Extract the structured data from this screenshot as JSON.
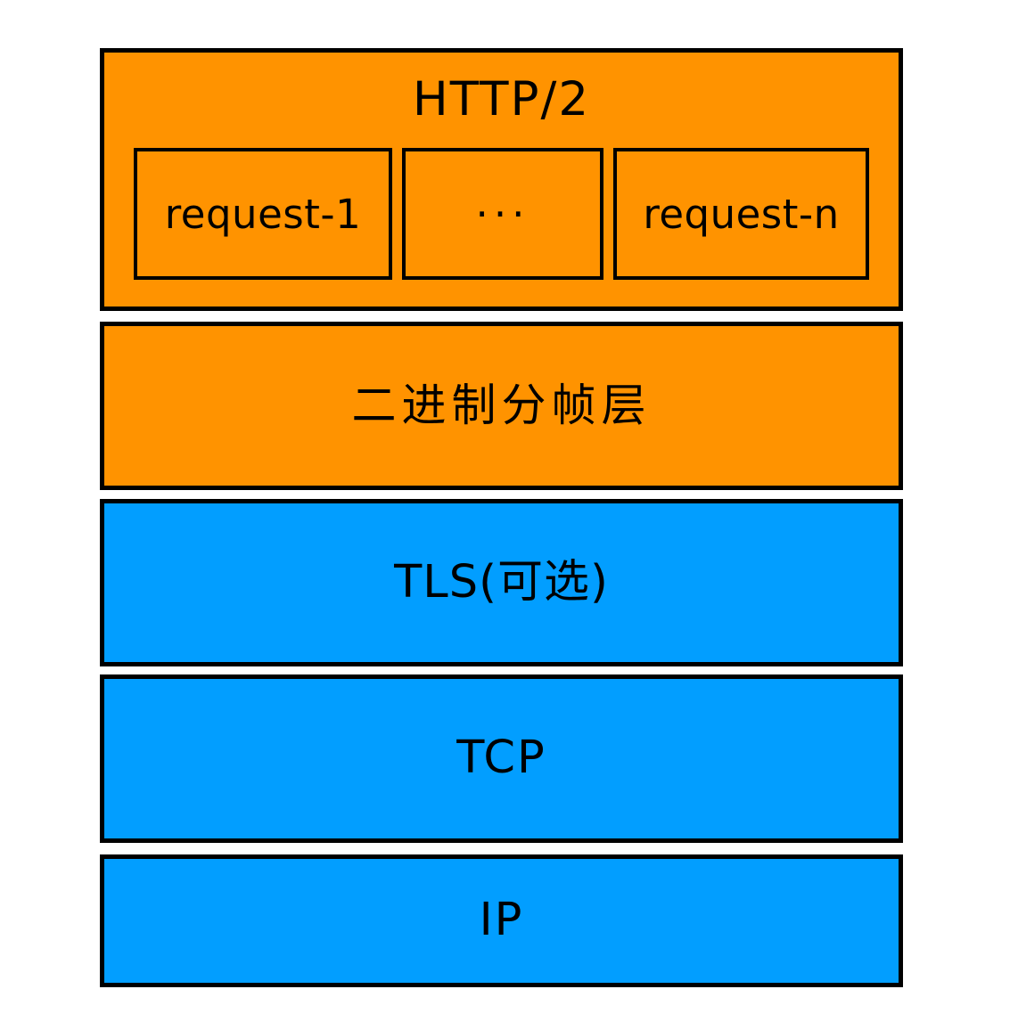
{
  "diagram": {
    "title": "HTTP/2 protocol stack",
    "type": "layered-stack",
    "colors": {
      "orange": "#ff9300",
      "blue": "#029eff",
      "border": "#000000",
      "background": "#ffffff",
      "text": "#000000"
    },
    "layers": [
      {
        "id": "http2",
        "label": "HTTP/2",
        "color": "#ff9300",
        "children": [
          {
            "id": "request-1",
            "label": "request-1"
          },
          {
            "id": "request-ellipsis",
            "label": "···"
          },
          {
            "id": "request-n",
            "label": "request-n"
          }
        ]
      },
      {
        "id": "binary-framing",
        "label": "二进制分帧层",
        "color": "#ff9300"
      },
      {
        "id": "tls",
        "label": "TLS(可选)",
        "color": "#029eff"
      },
      {
        "id": "tcp",
        "label": "TCP",
        "color": "#029eff"
      },
      {
        "id": "ip",
        "label": "IP",
        "color": "#029eff"
      }
    ]
  }
}
